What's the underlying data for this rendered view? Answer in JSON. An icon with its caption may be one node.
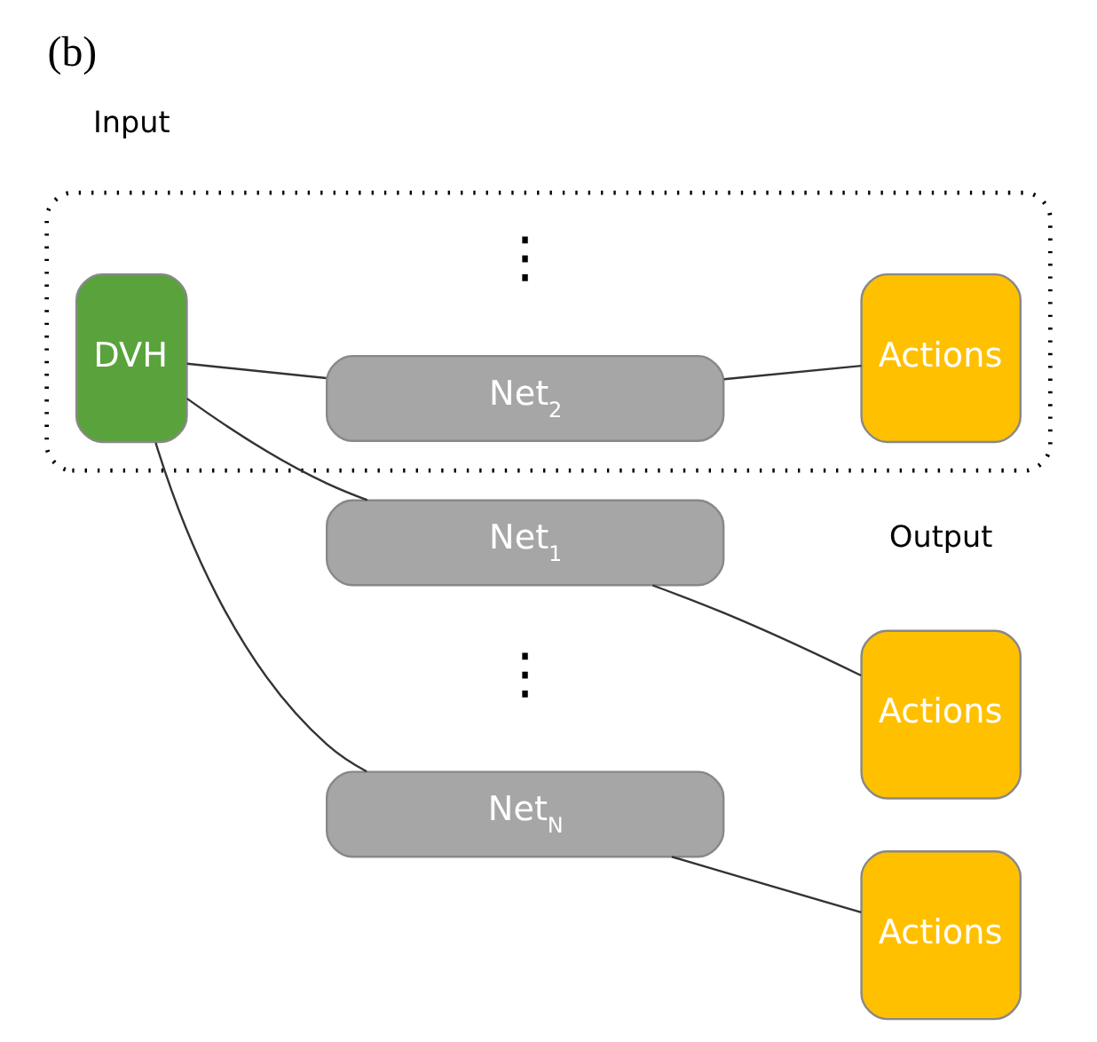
{
  "diagram": {
    "title": "(b)",
    "nodes": [
      {
        "text": [
          "Net$_{1}$"
        ]
      },
      {
        "text": [
          "Actions"
        ]
      },
      {
        "text": [],
        "shape": "box"
      },
      {
        "text": [
          "DVH"
        ],
        "in": 2
      },
      {
        "text": [
          "Net$_{2}$"
        ],
        "in": 2
      },
      {
        "text": [
          "Actions"
        ],
        "in": 2
      },
      {
        "text": [
          "Net$_{N}$"
        ]
      },
      {
        "text": [
          "Actions"
        ]
      }
    ],
    "edges": [
      {
        "from": 3,
        "to": 0,
        "arrow": "none"
      },
      {
        "from": 3,
        "to": 4,
        "arrow": "none"
      },
      {
        "from": 3,
        "to": 6,
        "arrow": "none"
      },
      {
        "from": 0,
        "to": 1,
        "arrow": "none"
      },
      {
        "from": 4,
        "to": 5,
        "arrow": "none"
      },
      {
        "from": 6,
        "to": 7,
        "arrow": "none"
      }
    ],
    "labels": [
      "Output",
      "Input",
      "⋮",
      "⋮"
    ]
  }
}
